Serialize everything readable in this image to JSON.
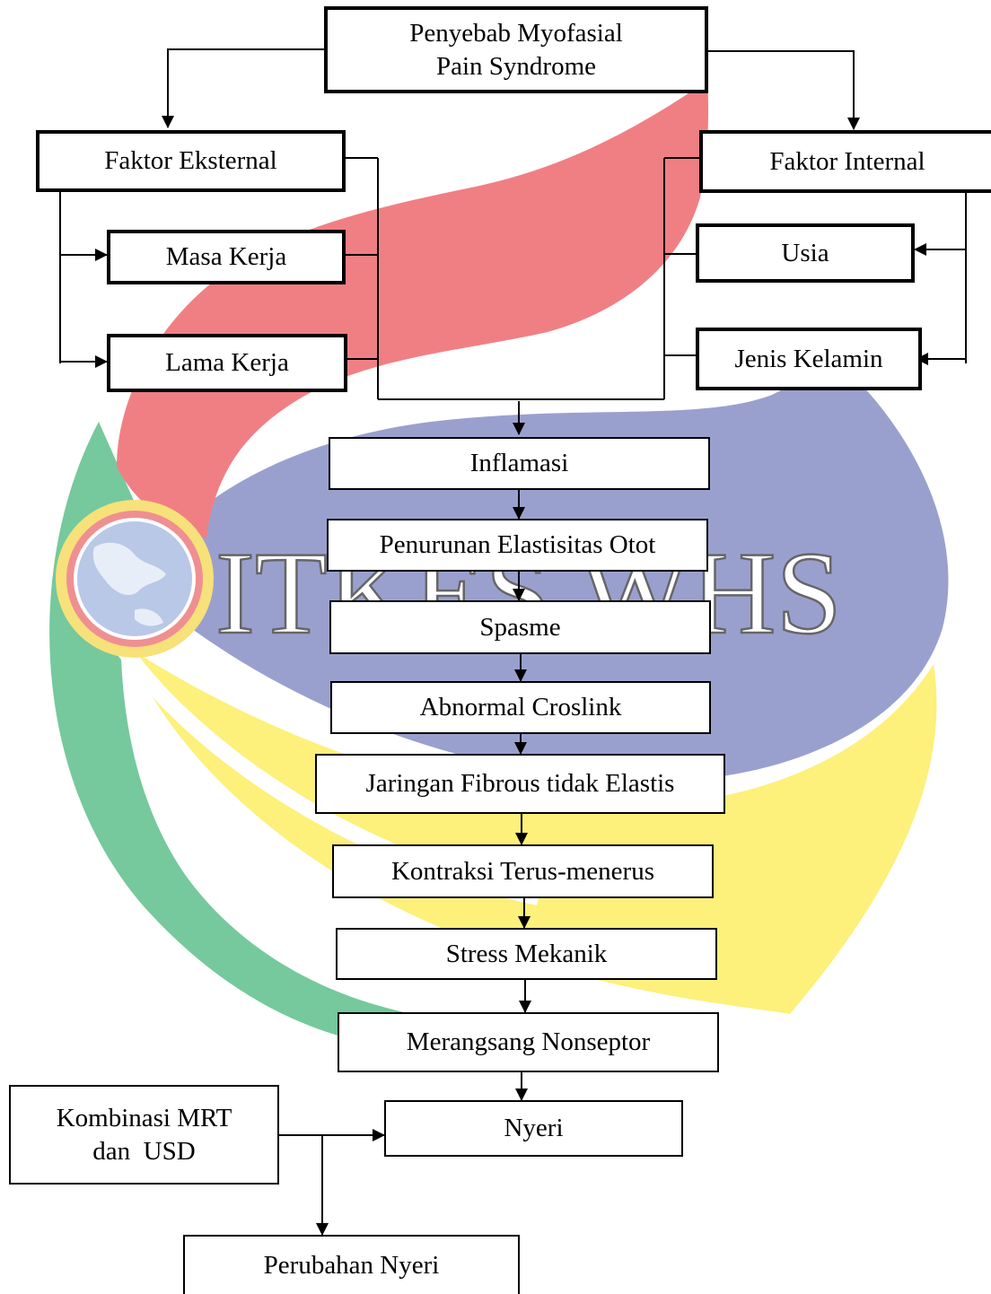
{
  "watermark": {
    "text": "ITKES WHS",
    "colors": {
      "red": "#f07f84",
      "blue": "#9aa0ce",
      "green": "#75c99c",
      "yellow": "#fdf07b",
      "globe": "#b9c8e6",
      "ring_red": "#ef8f92",
      "ring_yellow": "#f7e17a"
    }
  },
  "nodes": {
    "root_line1": "Penyebab Myofasial",
    "root_line2": "Pain Syndrome",
    "external": "Faktor Eksternal",
    "internal": "Faktor Internal",
    "masa_kerja": "Masa Kerja",
    "lama_kerja": "Lama Kerja",
    "usia": "Usia",
    "jenis_kelamin": "Jenis Kelamin",
    "inflamasi": "Inflamasi",
    "penurunan": "Penurunan Elastisitas Otot",
    "spasme": "Spasme",
    "abnormal": "Abnormal Croslink",
    "jaringan": "Jaringan Fibrous tidak Elastis",
    "kontraksi": "Kontraksi Terus-menerus",
    "stress": "Stress Mekanik",
    "merangsang": "Merangsang Nonseptor",
    "nyeri": "Nyeri",
    "kombinasi_line1": "Kombinasi MRT",
    "kombinasi_line2": "dan  USD",
    "perubahan": "Perubahan Nyeri"
  }
}
